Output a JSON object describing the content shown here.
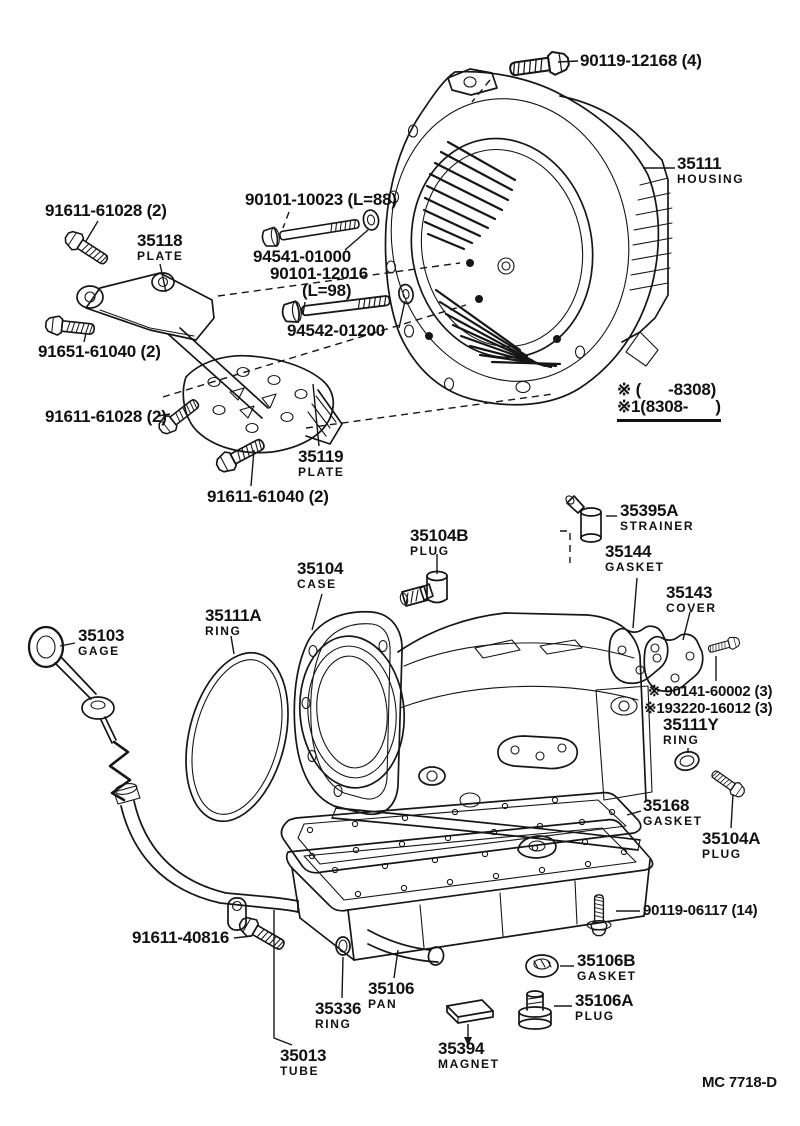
{
  "notes": {
    "line1": "※ (      -8308)",
    "line2": "※1(8308-      )"
  },
  "footer": {
    "code": "MC 7718-D"
  },
  "colors": {
    "ink": "#161616",
    "background": "#ffffff"
  },
  "labels": [
    {
      "id": "90119-12168",
      "text": "90119-12168 (4)"
    },
    {
      "id": "35111",
      "text": "35111",
      "sub": "HOUSING"
    },
    {
      "id": "91611-61028-a",
      "text": "91611-61028 (2)"
    },
    {
      "id": "35118",
      "text": "35118",
      "sub": "PLATE"
    },
    {
      "id": "90101-10023",
      "text": "90101-10023 (L=88)"
    },
    {
      "id": "94541-01000",
      "text": "94541-01000"
    },
    {
      "id": "90101-12016",
      "text": "90101-12016",
      "sub": "(L=98)"
    },
    {
      "id": "94542-01200",
      "text": "94542-01200"
    },
    {
      "id": "91651-61040",
      "text": "91651-61040 (2)"
    },
    {
      "id": "91611-61028-b",
      "text": "91611-61028 (2)"
    },
    {
      "id": "35119",
      "text": "35119",
      "sub": "PLATE"
    },
    {
      "id": "91611-61040",
      "text": "91611-61040 (2)"
    },
    {
      "id": "35395A",
      "text": "35395A",
      "sub": "STRAINER"
    },
    {
      "id": "35104B",
      "text": "35104B",
      "sub": "PLUG"
    },
    {
      "id": "35144",
      "text": "35144",
      "sub": "GASKET"
    },
    {
      "id": "35143",
      "text": "35143",
      "sub": "COVER"
    },
    {
      "id": "35104",
      "text": "35104",
      "sub": "CASE"
    },
    {
      "id": "35111A",
      "text": "35111A",
      "sub": "RING"
    },
    {
      "id": "35103",
      "text": "35103",
      "sub": "GAGE"
    },
    {
      "id": "90141-60002",
      "text": "※ 90141-60002 (3)"
    },
    {
      "id": "93220-16012",
      "text": "※193220-16012 (3)"
    },
    {
      "id": "35111Y",
      "text": "35111Y",
      "sub": "RING"
    },
    {
      "id": "35168",
      "text": "35168",
      "sub": "GASKET"
    },
    {
      "id": "35104A",
      "text": "35104A",
      "sub": "PLUG"
    },
    {
      "id": "90119-06117",
      "text": "90119-06117 (14)"
    },
    {
      "id": "35106B",
      "text": "35106B",
      "sub": "GASKET"
    },
    {
      "id": "35106A",
      "text": "35106A",
      "sub": "PLUG"
    },
    {
      "id": "91611-40816",
      "text": "91611-40816"
    },
    {
      "id": "35336",
      "text": "35336",
      "sub": "RING"
    },
    {
      "id": "35106",
      "text": "35106",
      "sub": "PAN"
    },
    {
      "id": "35013",
      "text": "35013",
      "sub": "TUBE"
    },
    {
      "id": "35394",
      "text": "35394",
      "sub": "MAGNET"
    }
  ]
}
